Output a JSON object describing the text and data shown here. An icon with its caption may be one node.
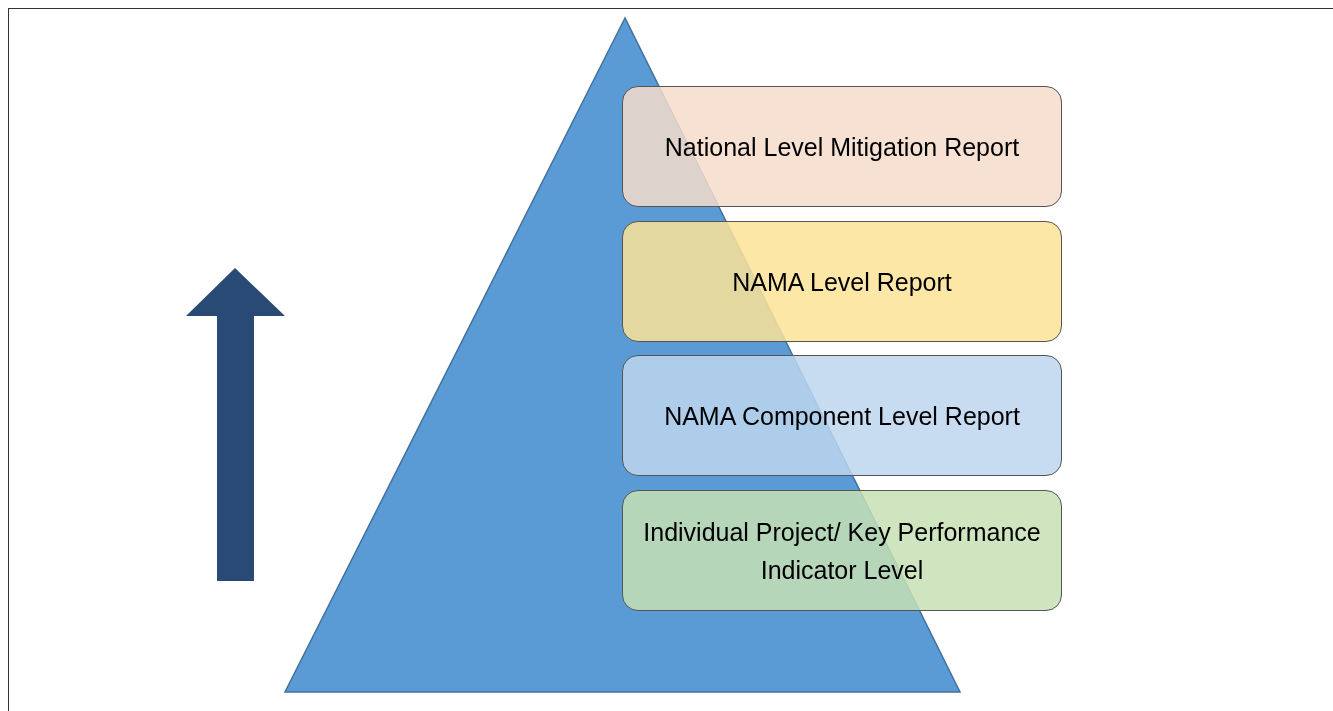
{
  "diagram": {
    "nodes": [
      {
        "text": [
          "National Level Mitigation Report"
        ]
      },
      {
        "text": [
          "NAMA Level Report"
        ]
      },
      {
        "text": [
          "NAMA Component Level Report"
        ]
      },
      {
        "text": [
          "Individual Project/ Key Performance Indicator Level"
        ]
      }
    ]
  }
}
